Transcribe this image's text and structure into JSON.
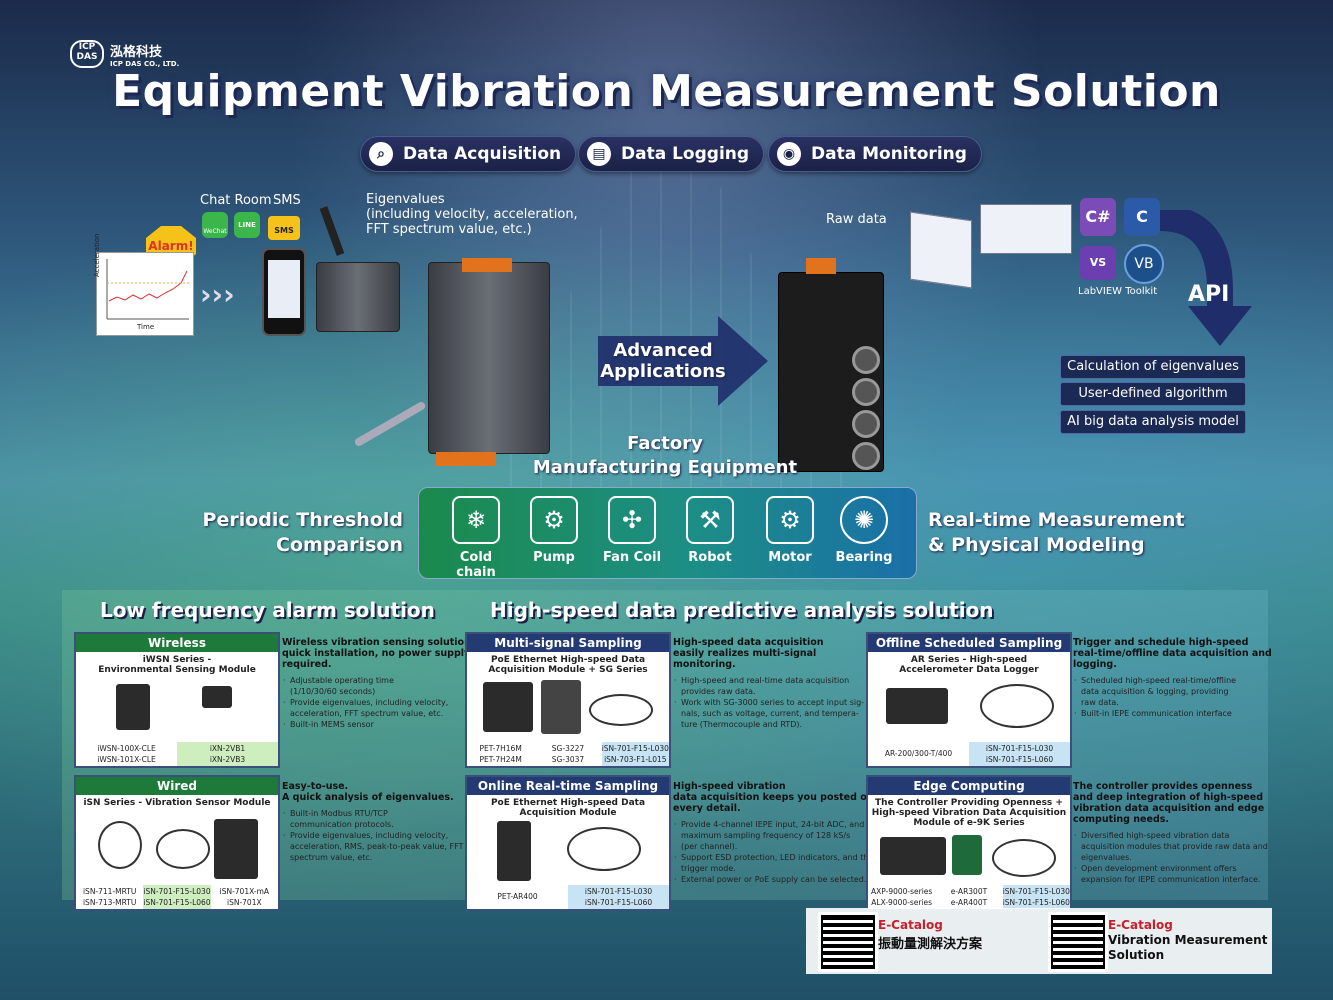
{
  "brand": {
    "mark": "ICP DAS",
    "name_cn": "泓格科技",
    "name_en": "ICP DAS CO., LTD."
  },
  "title": "Equipment Vibration Measurement Solution",
  "pills": [
    {
      "icon": "magnifier-icon",
      "label": "Data Acquisition"
    },
    {
      "icon": "logging-icon",
      "label": "Data Logging"
    },
    {
      "icon": "monitor-icon",
      "label": "Data Monitoring"
    }
  ],
  "alerts": {
    "chat_room": "Chat Room",
    "sms": "SMS",
    "wechat": "WeChat",
    "line": "LINE",
    "sms_badge": "SMS",
    "alarm": "Alarm!",
    "chart_ylabel": "Acceleration",
    "chart_xlabel": "Time"
  },
  "eigen_note": "Eigenvalues\n(including velocity, acceleration,\nFFT spectrum value, etc.)",
  "raw_data": "Raw data",
  "advanced": "Advanced\nApplications",
  "factory": "Factory\nManufacturing Equipment",
  "labview": "LabVIEW Toolkit",
  "lang_icons": [
    "C#",
    "C",
    "VS",
    "VB"
  ],
  "api": {
    "label": "API",
    "items": [
      "Calculation of eigenvalues",
      "User-defined algorithm",
      "AI big data analysis model"
    ]
  },
  "periodic": "Periodic Threshold\nComparison",
  "realtime": "Real-time Measurement\n& Physical Modeling",
  "apps": [
    {
      "label": "Cold chain",
      "icon": "truck-icon",
      "glyph": "❄"
    },
    {
      "label": "Pump",
      "icon": "pump-icon",
      "glyph": "⚙"
    },
    {
      "label": "Fan Coil",
      "icon": "fan-coil-icon",
      "glyph": "✣"
    },
    {
      "label": "Robot",
      "icon": "robot-icon",
      "glyph": "⚒"
    },
    {
      "label": "Motor",
      "icon": "motor-icon",
      "glyph": "⚙"
    },
    {
      "label": "Bearing",
      "icon": "bearing-icon",
      "glyph": "✺"
    }
  ],
  "low_title": "Low frequency alarm solution",
  "high_title": "High-speed data predictive analysis solution",
  "cards": {
    "wireless": {
      "header": "Wireless",
      "sub": "iWSN Series -\nEnvironmental Sensing Module",
      "models_a": "iWSN-100X-CLE\niWSN-101X-CLE",
      "models_b": "iXN-2VB1\niXN-2VB3",
      "desc_h": "Wireless vibration sensing solution:\nquick installation, no power supply\nrequired.",
      "desc": [
        "Adjustable operating time\n(1/10/30/60 seconds)",
        "Provide eigenvalues, including velocity,\nacceleration, FFT spectrum value, etc.",
        "Built-in MEMS sensor"
      ]
    },
    "wired": {
      "header": "Wired",
      "sub": "iSN Series - Vibration Sensor Module",
      "models_a": "iSN-711-MRTU\niSN-713-MRTU",
      "models_b": "iSN-701-F15-L030\niSN-701-F15-L060",
      "models_c": "iSN-701X-mA\niSN-701X",
      "desc_h": "Easy-to-use.\nA quick analysis of eigenvalues.",
      "desc": [
        "Built-in Modbus RTU/TCP\ncommunication protocols.",
        "Provide eigenvalues, including velocity,\nacceleration, RMS, peak-to-peak value, FFT\nspectrum value, etc."
      ]
    },
    "multi": {
      "header": "Multi-signal Sampling",
      "sub": "PoE Ethernet High-speed Data\nAcquisition Module + SG Series",
      "models_a": "PET-7H16M\nPET-7H24M",
      "models_b": "SG-3227\nSG-3037",
      "models_c": "iSN-701-F15-L030\niSN-703-F1-L015",
      "desc_h": "High-speed data acquisition\neasily realizes multi-signal\nmonitoring.",
      "desc": [
        "High-speed and real-time data acquisition\nprovides raw data.",
        "Work with SG-3000 series to accept input sig-\nnals, such as voltage, current, and tempera-\nture (Thermocouple and RTD)."
      ]
    },
    "online": {
      "header": "Online Real-time Sampling",
      "sub": "PoE Ethernet High-speed Data\nAcquisition Module",
      "models_a": "PET-AR400",
      "models_b": "iSN-701-F15-L030\niSN-701-F15-L060",
      "desc_h": "High-speed vibration\ndata acquisition keeps you posted on\nevery detail.",
      "desc": [
        "Provide 4-channel IEPE input, 24-bit ADC, and a\nmaximum sampling frequency of 128 kS/s\n(per channel).",
        "Support ESD protection, LED indicators, and the\ntrigger mode.",
        "External power or PoE supply can be selected."
      ]
    },
    "offline": {
      "header": "Offline Scheduled Sampling",
      "sub": "AR Series - High-speed\nAccelerometer Data Logger",
      "models_a": "AR-200/300-T/400",
      "models_b": "iSN-701-F15-L030\niSN-701-F15-L060",
      "desc_h": "Trigger and schedule high-speed\nreal-time/offline data acquisition and\nlogging.",
      "desc": [
        "Scheduled high-speed real-time/offline\ndata acquisition & logging, providing\nraw data.",
        "Built-in IEPE communication interface"
      ]
    },
    "edge": {
      "header": "Edge Computing",
      "sub": "The Controller Providing Openness +\nHigh-speed Vibration Data Acquisition\nModule of e-9K Series",
      "models_a": "AXP-9000-series\nALX-9000-series",
      "models_b": "e-AR300T\ne-AR400T",
      "models_c": "iSN-701-F15-L030\niSN-701-F15-L060",
      "desc_h": "The controller provides openness\nand deep integration of high-speed\nvibration data acquisition and edge\ncomputing needs.",
      "desc": [
        "Diversified high-speed vibration data\nacquisition modules that provide raw data and\neigenvalues.",
        "Open development environment offers\nexpansion for IEPE communication interface."
      ]
    }
  },
  "catalogs": [
    {
      "e": "E-Catalog",
      "text": "振動量測解決方案"
    },
    {
      "e": "E-Catalog",
      "text": "Vibration Measurement\nSolution"
    }
  ],
  "colors": {
    "green": "#1e7a3a",
    "navy": "#233a72",
    "accent_orange": "#e2731c"
  }
}
